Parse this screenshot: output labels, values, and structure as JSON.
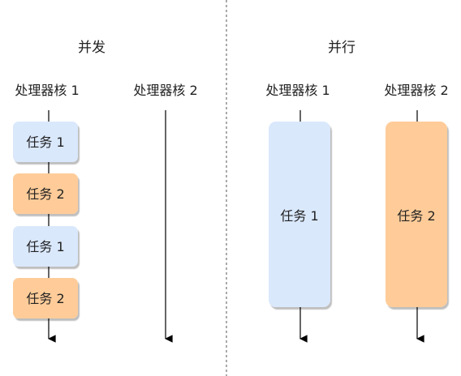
{
  "concurrency": {
    "title": "并发",
    "cores": [
      "处理器核 1",
      "处理器核 2"
    ],
    "core1_tasks": [
      "任务 1",
      "任务 2",
      "任务 1",
      "任务 2"
    ]
  },
  "parallelism": {
    "title": "并行",
    "cores": [
      "处理器核 1",
      "处理器核 2"
    ],
    "tasks": [
      "任务 1",
      "任务 2"
    ]
  },
  "colors": {
    "task1_fill": "#dae8fc",
    "task2_fill": "#ffcc99",
    "line": "#000000",
    "divider": "#555555"
  }
}
